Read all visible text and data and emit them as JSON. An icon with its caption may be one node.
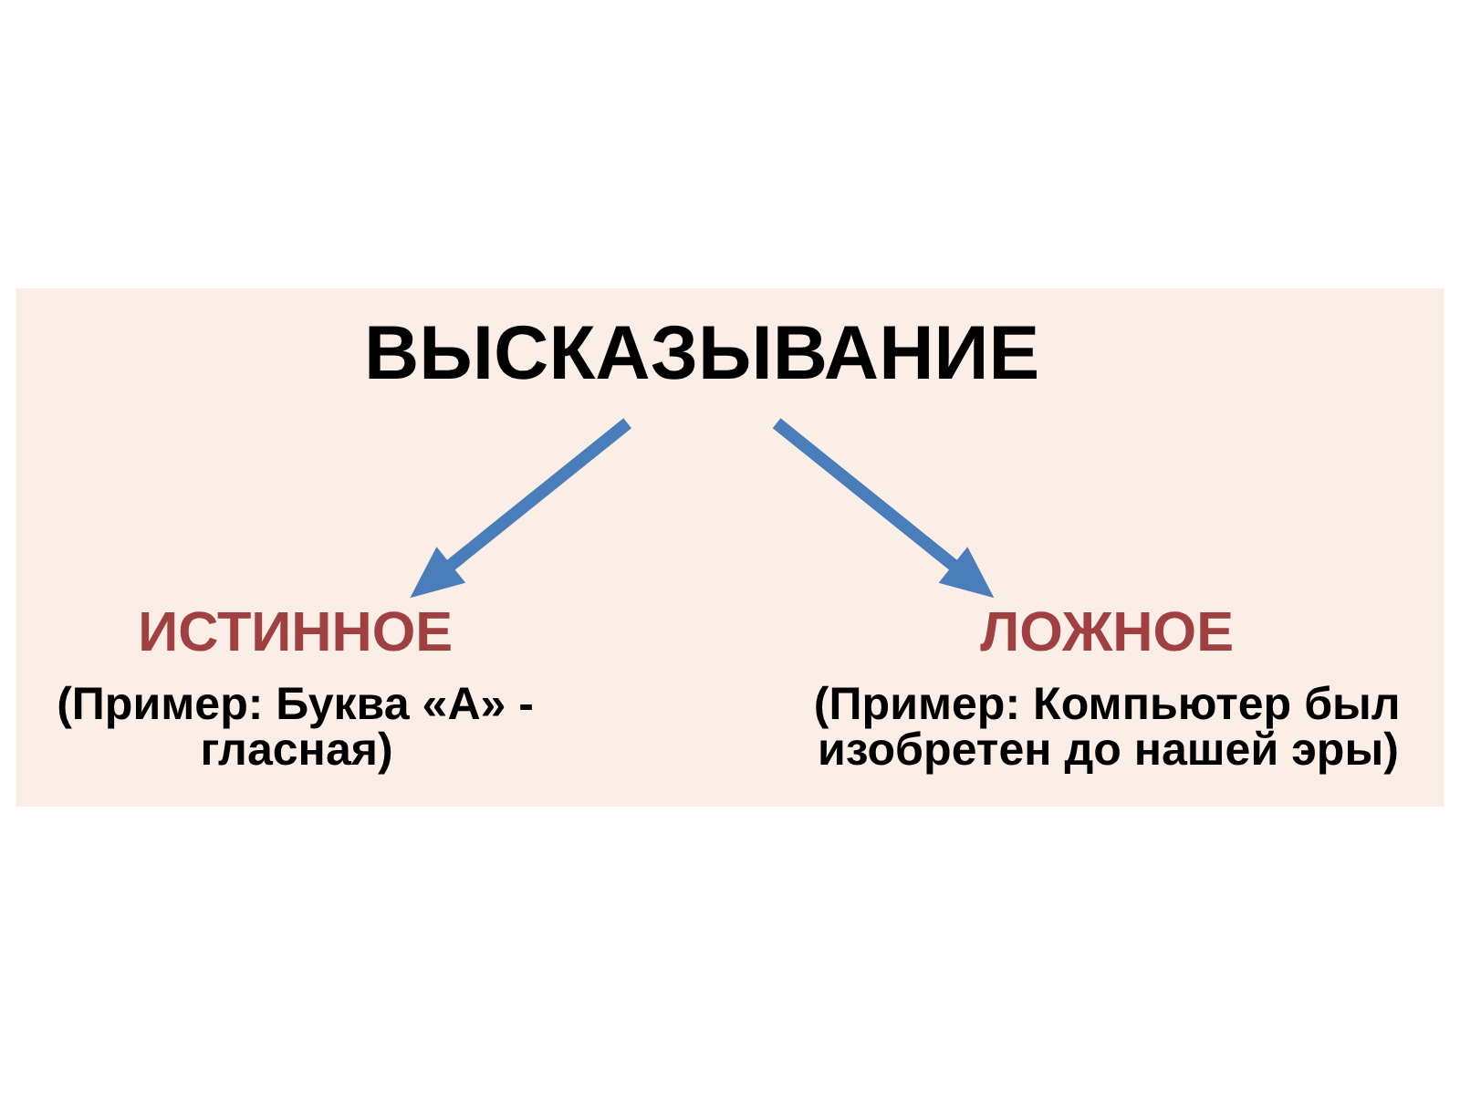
{
  "diagram": {
    "nodes": [
      {
        "text": [
          "ВЫСКАЗЫВАНИЕ"
        ]
      },
      {
        "text": [
          "ИСТИННОЕ"
        ],
        "beside": [
          "(Пример: Буква «А» - гласная)"
        ]
      },
      {
        "text": [
          "ЛОЖНОЕ"
        ],
        "beside": [
          "(Пример: Компьютер был изобретен до нашей эры)"
        ]
      }
    ],
    "edges": [
      {
        "from": 0,
        "to": 1,
        "arrow": "to"
      },
      {
        "from": 0,
        "to": 2,
        "arrow": "to"
      }
    ]
  }
}
